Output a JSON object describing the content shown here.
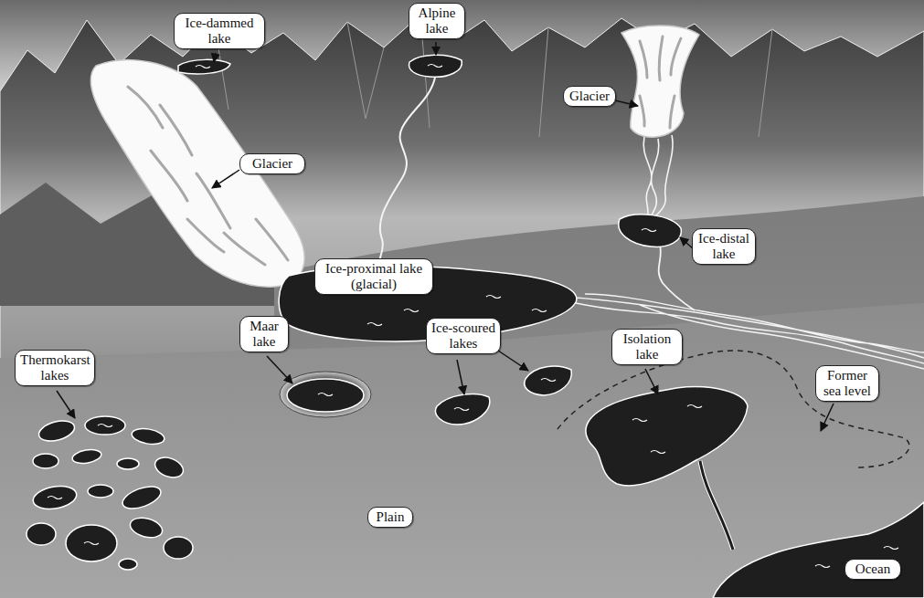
{
  "diagram": {
    "nodes": [
      {
        "text": [
          "Ice-dammed lake"
        ]
      },
      {
        "text": [
          "Alpine lake"
        ]
      },
      {
        "text": [
          "Glacier"
        ]
      },
      {
        "text": [
          "Glacier"
        ]
      },
      {
        "text": [
          "Ice-distal lake"
        ]
      },
      {
        "text": [
          "Ice-proximal lake (glacial)"
        ]
      },
      {
        "text": [
          "Maar lake"
        ]
      },
      {
        "text": [
          "Ice-scoured lakes"
        ]
      },
      {
        "text": [
          "Isolation lake"
        ]
      },
      {
        "text": [
          "Thermokarst lakes"
        ]
      },
      {
        "text": [
          "Former sea level"
        ]
      },
      {
        "text": [
          "Plain"
        ]
      },
      {
        "text": [
          "Ocean"
        ]
      }
    ]
  }
}
